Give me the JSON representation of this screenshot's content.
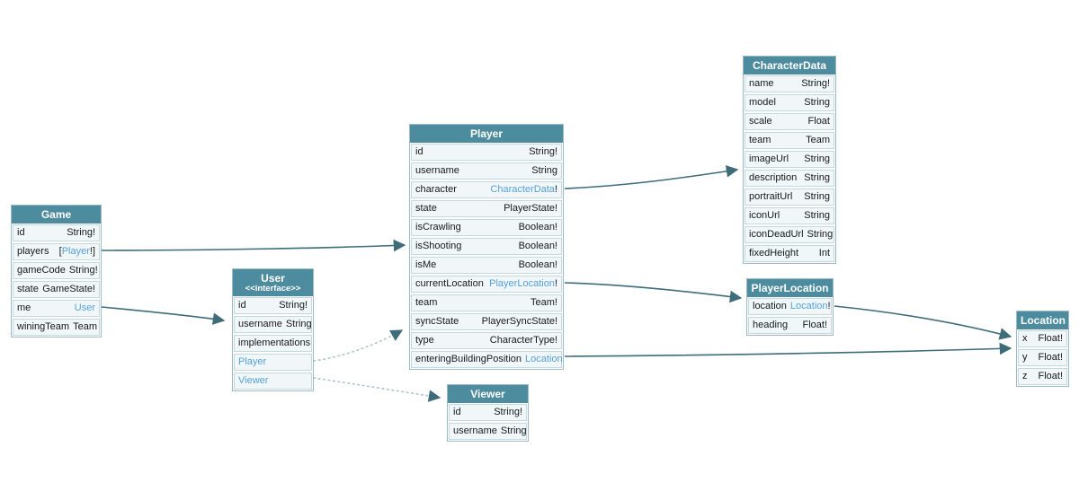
{
  "colors": {
    "header_bg": "#4d8c9e",
    "header_text": "#ffffff",
    "row_bg": "#f1f6f8",
    "row_border": "#c5d8df",
    "table_border": "#9cbac7",
    "field_text": "#15191c",
    "link_text": "#55a1d9",
    "arrow": "#3e6c79",
    "dotted_arrow": "#a7c4cd"
  },
  "diagram": {
    "tables": [
      {
        "id": "game",
        "title": "Game",
        "fields": [
          {
            "kind": "field",
            "name": "id",
            "type": "String!"
          },
          {
            "kind": "field",
            "name": "players",
            "prefix": "[",
            "type": "Player",
            "suffix": "!]",
            "link": true
          },
          {
            "kind": "field",
            "name": "gameCode",
            "type": "String!"
          },
          {
            "kind": "field",
            "name": "state",
            "type": "GameState!"
          },
          {
            "kind": "field",
            "name": "me",
            "type": "User",
            "link": true
          },
          {
            "kind": "field",
            "name": "winingTeam",
            "type": "Team"
          }
        ]
      },
      {
        "id": "user",
        "title": "User",
        "subtitle": "<<interface>>",
        "fields": [
          {
            "kind": "field",
            "name": "id",
            "type": "String!"
          },
          {
            "kind": "field",
            "name": "username",
            "type": "String"
          },
          {
            "kind": "label",
            "name": "implementations"
          },
          {
            "kind": "link",
            "name": "Player"
          },
          {
            "kind": "link",
            "name": "Viewer"
          }
        ]
      },
      {
        "id": "player",
        "title": "Player",
        "fields": [
          {
            "kind": "field",
            "name": "id",
            "type": "String!"
          },
          {
            "kind": "field",
            "name": "username",
            "type": "String"
          },
          {
            "kind": "field",
            "name": "character",
            "type": "CharacterData",
            "suffix": "!",
            "link": true
          },
          {
            "kind": "field",
            "name": "state",
            "type": "PlayerState!"
          },
          {
            "kind": "field",
            "name": "isCrawling",
            "type": "Boolean!"
          },
          {
            "kind": "field",
            "name": "isShooting",
            "type": "Boolean!"
          },
          {
            "kind": "field",
            "name": "isMe",
            "type": "Boolean!"
          },
          {
            "kind": "field",
            "name": "currentLocation",
            "type": "PlayerLocation",
            "suffix": "!",
            "link": true
          },
          {
            "kind": "field",
            "name": "team",
            "type": "Team!"
          },
          {
            "kind": "field",
            "name": "syncState",
            "type": "PlayerSyncState!"
          },
          {
            "kind": "field",
            "name": "type",
            "type": "CharacterType!"
          },
          {
            "kind": "field",
            "name": "enteringBuildingPosition",
            "type": "Location",
            "link": true
          }
        ]
      },
      {
        "id": "viewer",
        "title": "Viewer",
        "fields": [
          {
            "kind": "field",
            "name": "id",
            "type": "String!"
          },
          {
            "kind": "field",
            "name": "username",
            "type": "String"
          }
        ]
      },
      {
        "id": "characterdata",
        "title": "CharacterData",
        "fields": [
          {
            "kind": "field",
            "name": "name",
            "type": "String!"
          },
          {
            "kind": "field",
            "name": "model",
            "type": "String"
          },
          {
            "kind": "field",
            "name": "scale",
            "type": "Float"
          },
          {
            "kind": "field",
            "name": "team",
            "type": "Team"
          },
          {
            "kind": "field",
            "name": "imageUrl",
            "type": "String"
          },
          {
            "kind": "field",
            "name": "description",
            "type": "String"
          },
          {
            "kind": "field",
            "name": "portraitUrl",
            "type": "String"
          },
          {
            "kind": "field",
            "name": "iconUrl",
            "type": "String"
          },
          {
            "kind": "field",
            "name": "iconDeadUrl",
            "type": "String"
          },
          {
            "kind": "field",
            "name": "fixedHeight",
            "type": "Int"
          }
        ]
      },
      {
        "id": "playerlocation",
        "title": "PlayerLocation",
        "fields": [
          {
            "kind": "field",
            "name": "location",
            "type": "Location",
            "suffix": "!",
            "link": true
          },
          {
            "kind": "field",
            "name": "heading",
            "type": "Float!"
          }
        ]
      },
      {
        "id": "location",
        "title": "Location",
        "fields": [
          {
            "kind": "field",
            "name": "x",
            "type": "Float!"
          },
          {
            "kind": "field",
            "name": "y",
            "type": "Float!"
          },
          {
            "kind": "field",
            "name": "z",
            "type": "Float!"
          }
        ]
      }
    ],
    "edges": [
      {
        "from": "Game.players",
        "to": "Player",
        "style": "solid"
      },
      {
        "from": "Game.me",
        "to": "User",
        "style": "solid"
      },
      {
        "from": "Player.character",
        "to": "CharacterData",
        "style": "solid"
      },
      {
        "from": "Player.currentLocation",
        "to": "PlayerLocation",
        "style": "solid"
      },
      {
        "from": "Player.enteringBuildingPosition",
        "to": "Location",
        "style": "solid"
      },
      {
        "from": "PlayerLocation.location",
        "to": "Location",
        "style": "solid"
      },
      {
        "from": "User.Player",
        "to": "Player",
        "style": "dotted"
      },
      {
        "from": "User.Viewer",
        "to": "Viewer",
        "style": "dotted"
      }
    ]
  }
}
